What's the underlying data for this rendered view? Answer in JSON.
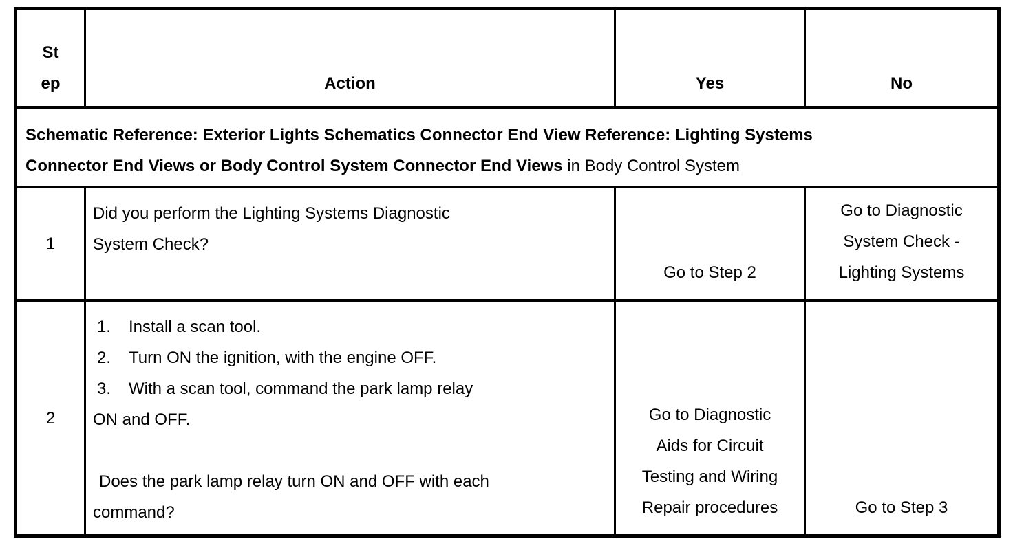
{
  "colors": {
    "background": "#ffffff",
    "line": "#000000",
    "text": "#000000"
  },
  "table": {
    "header": {
      "step_line1": "St",
      "step_line2": "ep",
      "action": "Action",
      "yes": "Yes",
      "no": "No"
    },
    "schematic": {
      "line1_bold": "Schematic Reference: Exterior Lights Schematics Connector End View Reference: Lighting Systems",
      "line2_bold": "Connector End Views or Body Control System Connector End Views",
      "line2_regular": " in Body Control System"
    },
    "rows": [
      {
        "step": "1",
        "action_lines": [
          "Did you perform the Lighting Systems Diagnostic",
          "System Check?"
        ],
        "yes": "Go to Step 2",
        "no": "Go to Diagnostic System Check - Lighting Systems"
      },
      {
        "step": "2",
        "list": [
          {
            "num": "1.",
            "text": "Install a scan tool."
          },
          {
            "num": "2.",
            "text": "Turn ON the ignition, with the engine OFF."
          },
          {
            "num": "3.",
            "text": "With a scan tool, command the park lamp relay"
          }
        ],
        "list_continuation": "ON and OFF.",
        "question_lines": [
          "Does the park lamp relay turn ON and OFF with each",
          "command?"
        ],
        "yes": "Go to Diagnostic Aids for Circuit Testing and Wiring Repair procedures",
        "no": "Go to Step 3"
      }
    ]
  }
}
